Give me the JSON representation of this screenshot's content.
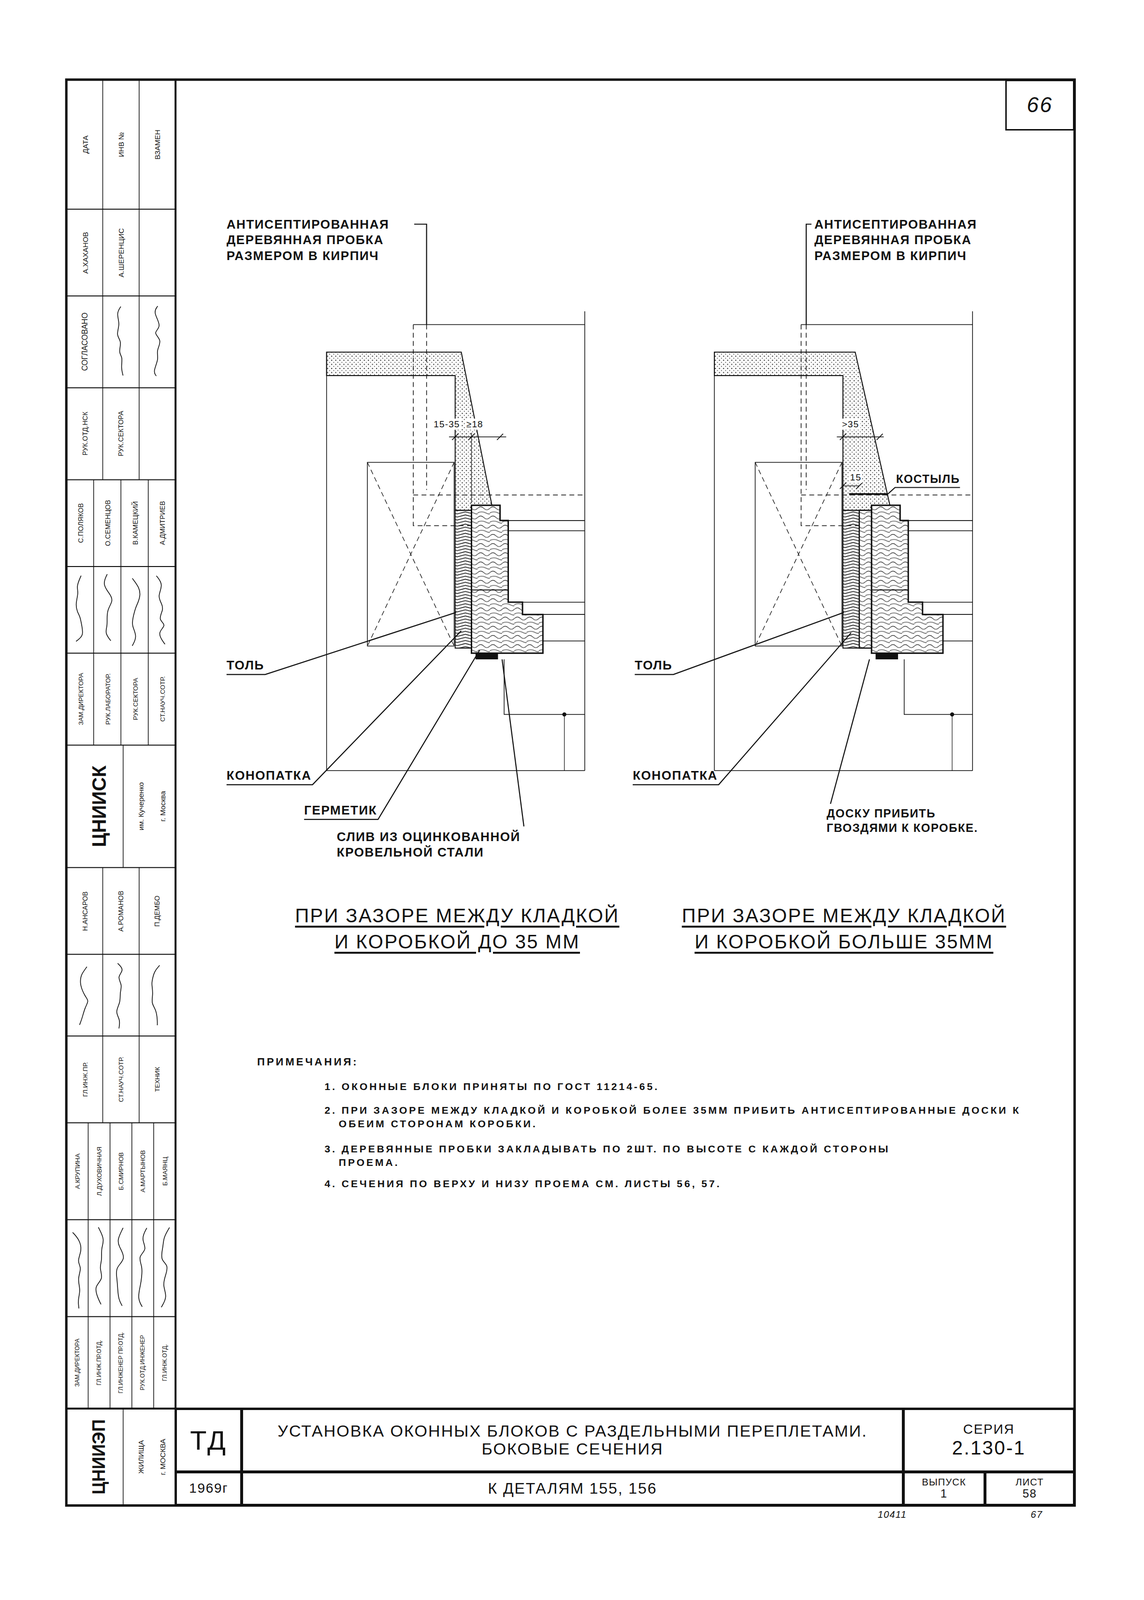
{
  "diagram": {
    "nodes": [
      {
        "text": [
          "66"
        ]
      },
      {
        "text": [
          "ТД"
        ]
      },
      {
        "text": [
          "1969г"
        ]
      },
      {
        "text": [
          "УСТАНОВКА ОКОННЫХ БЛОКОВ С РАЗДЕЛЬНЫМИ ПЕРЕПЛЕТАМИ. БОКОВЫЕ СЕЧЕНИЯ"
        ]
      },
      {
        "text": [
          "К ДЕТАЛЯМ 155, 156"
        ]
      },
      {
        "text": [
          "СЕРИЯ",
          "2.130-1"
        ]
      },
      {
        "text": [
          "ВЫПУСК",
          "1"
        ]
      },
      {
        "text": [
          "ЛИСТ",
          "58"
        ]
      }
    ],
    "labels": [
      "АНТИСЕПТИРОВАННАЯ ДЕРЕВЯННАЯ ПРОБКА РАЗМЕРОМ В КИРПИЧ",
      "15-35",
      "≥18",
      "ТОЛЬ",
      "КОНОПАТКА",
      "ГЕРМЕТИК",
      "СЛИВ ИЗ ОЦИНКОВАННОЙ КРОВЕЛЬНОЙ СТАЛИ",
      "ПРИ ЗАЗОРЕ МЕЖДУ КЛАДКОЙ И КОРОБКОЙ ДО 35 ММ",
      "АНТИСЕПТИРОВАННАЯ ДЕРЕВЯННАЯ ПРОБКА РАЗМЕРОМ В КИРПИЧ",
      ">35",
      "15",
      "КОСТЫЛЬ",
      "ТОЛЬ",
      "КОНОПАТКА",
      "ДОСКУ ПРИБИТЬ ГВОЗДЯМИ К КОРОБКЕ.",
      "ПРИ ЗАЗОРЕ МЕЖДУ КЛАДКОЙ И КОРОБКОЙ БОЛЬШЕ 35ММ",
      "ПРИМЕЧАНИЯ:",
      "1. ОКОННЫЕ БЛОКИ ПРИНЯТЫ ПО ГОСТ 11214-65.",
      "2. ПРИ ЗАЗОРЕ МЕЖДУ КЛАДКОЙ И КОРОБКОЙ БОЛЕЕ 35ММ ПРИБИТЬ АНТИСЕПТИРОВАННЫЕ ДОСКИ К ОБЕИМ СТОРОНАМ КОРОБКИ.",
      "3. ДЕРЕВЯННЫЕ ПРОБКИ ЗАКЛАДЫВАТЬ ПО 2ШТ. ПО ВЫСОТЕ С КАЖДОЙ СТОРОНЫ ПРОЕМА.",
      "4. СЕЧЕНИЯ ПО ВЕРХУ И НИЗУ ПРОЕМА СМ. ЛИСТЫ 56, 57.",
      "10411",
      "67",
      "ДАТА",
      "ИНВ №",
      "ВЗАМЕН",
      "А.ХАХАНОВ",
      "А.ШЕРЕНЦИС",
      "СОГЛАСОВАНО",
      "РУК.ОТД.НСК",
      "РУК.СЕКТОРА",
      "С.ПОЛЯКОВ",
      "О.СЕМЕНЦОВ",
      "В.КАМЕЦКИЙ",
      "А.ДМИТРИЕВ",
      "ЗАМ.ДИРЕКТОРА",
      "РУК.ЛАБОРАТОР.",
      "РУК.СЕКТОРА",
      "СТ.НАУЧ.СОТР.",
      "ЦНИИСК",
      "им. Кучеренко",
      "г. Москва",
      "Н.АНСАРОВ",
      "А.РОМАНОВ",
      "П.ДЕМБО",
      "ГЛ.ИНЖ.ПР.",
      "СТ.НАУЧ.СОТР.",
      "ТЕХНИК",
      "А.КРУПИНА",
      "Л.ДУХОВИЧНАЯ",
      "Б.СМИРНОВ",
      "А.МАРТЫНОВ",
      "Б.МАЯНЦ",
      "ЗАМ.ДИРЕКТОРА",
      "ГЛ.ИНЖ.ПР.ОТД.",
      "ГЛ.ИНЖЕНЕР ПР.ОТД.",
      "РУК.ОТД.ИНЖЕНЕР",
      "ГЛ.ИНЖ.ОТД.",
      "ЦНИИЭП",
      "ЖИЛИЩА",
      "г. МОСКВА"
    ]
  }
}
